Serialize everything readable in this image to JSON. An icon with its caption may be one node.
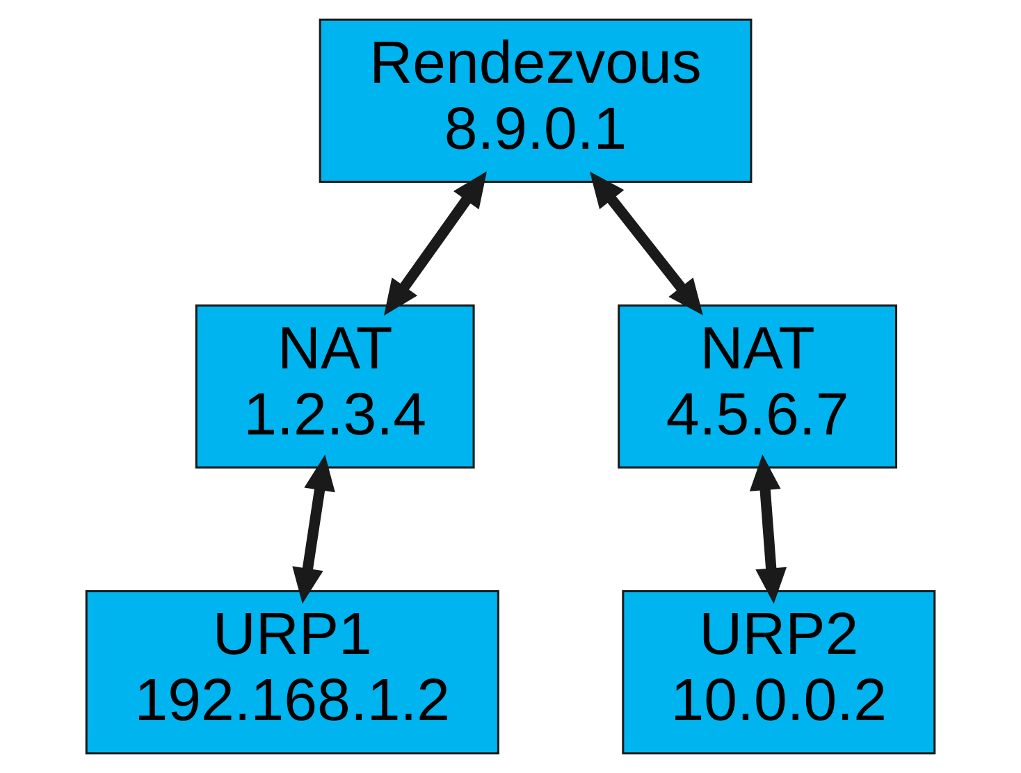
{
  "diagram": {
    "nodes": [
      {
        "text": [
          "Rendezvous",
          "8.9.0.1"
        ]
      },
      {
        "text": [
          "NAT",
          "1.2.3.4"
        ]
      },
      {
        "text": [
          "NAT",
          "4.5.6.7"
        ]
      },
      {
        "text": [
          "URP1",
          "192.168.1.2"
        ]
      },
      {
        "text": [
          "URP2",
          "10.0.0.2"
        ]
      }
    ],
    "edges": [
      {
        "from": 0,
        "to": 1,
        "arrow": "both"
      },
      {
        "from": 0,
        "to": 2,
        "arrow": "both"
      },
      {
        "from": 1,
        "to": 3,
        "arrow": "both"
      },
      {
        "from": 2,
        "to": 4,
        "arrow": "both"
      }
    ]
  }
}
